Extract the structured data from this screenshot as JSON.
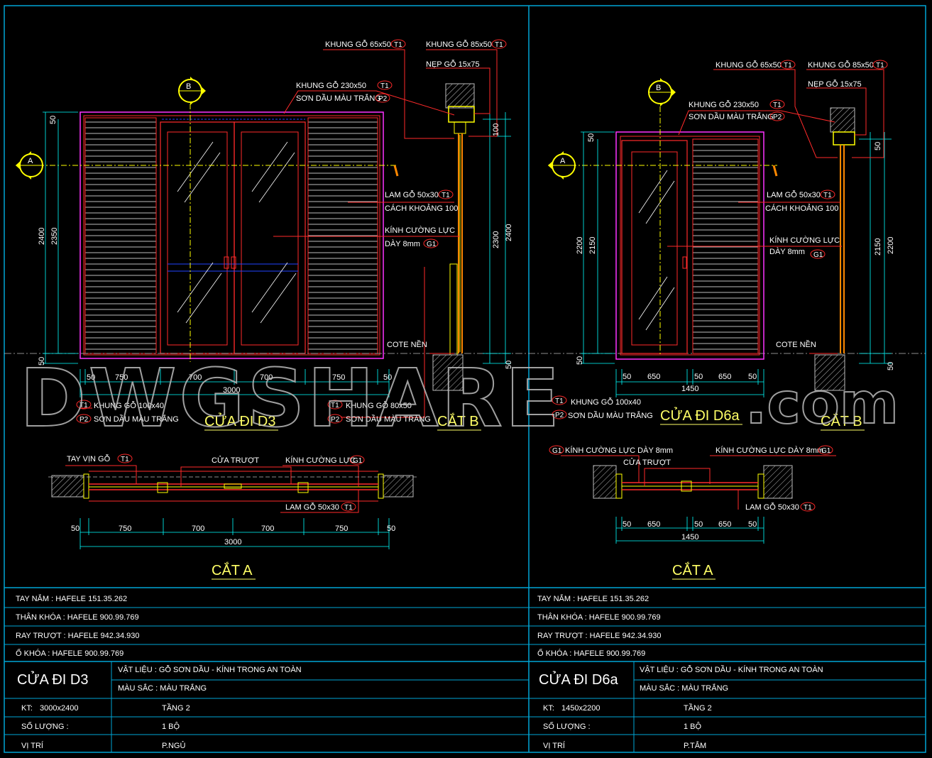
{
  "left": {
    "labels": {
      "khung65": "KHUNG GỖ 65x50",
      "khung85": "KHUNG GỖ 85x50",
      "nep": "NẸP GỖ 15x75",
      "khung230": "KHUNG GỖ 230x50",
      "sondau": "SƠN DẦU MÀU TRẮNG",
      "lam": "LAM GỖ 50x30",
      "cachkhoang": "CÁCH KHOẢNG 100",
      "kinh": "KÍNH CƯỜNG LỰC",
      "day8": "DÀY 8mm",
      "cote": "COTE NỀN",
      "khung100": "KHUNG GỖ 100x40",
      "sondau2": "SƠN DẦU MÀU TRẮNG",
      "khung80": "KHUNG GỖ 80x50",
      "sondau3": "SƠN DẦU MÀU TRẮNG"
    },
    "tags": {
      "t1": "T1",
      "p2": "P2",
      "g1": "G1"
    },
    "markers": {
      "a": "A",
      "b": "B"
    },
    "dims_h": [
      "50",
      "750",
      "700",
      "700",
      "750",
      "50"
    ],
    "dim_total": "3000",
    "dims_v_left": [
      "50",
      "2400",
      "2350",
      "50"
    ],
    "dims_v_section": [
      "100",
      "2300",
      "2400",
      "50"
    ],
    "title_elev": "CỬA ĐI D3",
    "title_cutb": "CẮT B",
    "plan": {
      "tayvin": "TAY VỊN GỖ",
      "cuatruot": "CỬA TRƯỢT",
      "kinh": "KÍNH CƯỜNG LỰC",
      "lam": "LAM GỖ 50x30",
      "dims": [
        "50",
        "750",
        "700",
        "700",
        "750",
        "50"
      ],
      "total": "3000",
      "title": "CẮT A"
    }
  },
  "right": {
    "labels": {
      "khung65": "KHUNG GỖ 65x50",
      "khung85": "KHUNG GỖ 85x50",
      "nep": "NẸP GỖ 15x75",
      "khung230": "KHUNG GỖ 230x50",
      "sondau": "SƠN DẦU MÀU TRẮNG",
      "lam": "LAM GỖ 50x30",
      "cachkhoang": "CÁCH KHOẢNG 100",
      "kinh": "KÍNH CƯỜNG LỰC",
      "day8": "DÀY 8mm",
      "cote": "COTE NỀN",
      "khung100": "KHUNG GỖ 100x40",
      "sondau2": "SƠN DẦU MÀU TRẮNG"
    },
    "tags": {
      "t1": "T1",
      "p2": "P2",
      "g1": "G1"
    },
    "markers": {
      "a": "A",
      "b": "B"
    },
    "dims_h": [
      "50",
      "650",
      "50",
      "650",
      "50"
    ],
    "dim_total": "1450",
    "dims_v_left": [
      "50",
      "2200",
      "2150",
      "50"
    ],
    "dims_v_section": [
      "50",
      "2150",
      "2200",
      "50"
    ],
    "title_elev": "CỬA ĐI D6a",
    "title_cutb": "CẮT B",
    "plan": {
      "kinh1": "KÍNH CƯỜNG LỰC DÀY 8mm",
      "cuatruot": "CỬA TRƯỢT",
      "kinh2": "KÍNH CƯỜNG LỰC DÀY 8mm",
      "lam": "LAM GỖ 50x30",
      "dims": [
        "50",
        "650",
        "50",
        "650",
        "50"
      ],
      "total": "1450",
      "title": "CẮT A"
    }
  },
  "table": {
    "left": {
      "rows": [
        "TAY NẮM : HAFELE 151.35.262",
        "THÂN KHÓA : HAFELE 900.99.769",
        "RAY TRƯỢT : HAFELE 942.34.930",
        "Ổ KHÓA : HAFELE 900.99.769"
      ],
      "name": "CỬA ĐI D3",
      "vatlieu": "VẬT LIỆU : GỖ SƠN DẦU - KÍNH TRONG AN TOÀN",
      "mausac": "MÀU SẮC : MÀU TRẮNG",
      "kt_label": "KT:",
      "kt_value": "3000x2400",
      "tang": "TẦNG 2",
      "soluong_label": "SỐ LƯỢNG :",
      "soluong_value": "1 BỘ",
      "vitri_label": "VỊ TRÍ",
      "vitri_value": "P.NGỦ"
    },
    "right": {
      "rows": [
        "TAY NẮM : HAFELE 151.35.262",
        "THÂN KHÓA : HAFELE 900.99.769",
        "RAY TRƯỢT : HAFELE 942.34.930",
        "Ổ KHÓA : HAFELE 900.99.769"
      ],
      "name": "CỬA ĐI D6a",
      "vatlieu": "VẬT LIỆU : GỖ SƠN DẦU - KÍNH TRONG AN TOÀN",
      "mausac": "MÀU SẮC : MÀU TRẮNG",
      "kt_label": "KT:",
      "kt_value": "1450x2200",
      "tang": "TẦNG 2",
      "soluong_label": "SỐ LƯỢNG :",
      "soluong_value": "1 BỘ",
      "vitri_label": "VỊ TRÍ",
      "vitri_value": "P.TẮM"
    }
  },
  "watermark": {
    "main": "DWGSHARE",
    "suffix": ".com"
  },
  "colors": {
    "frame": "#00a6d6",
    "magenta": "#ff33ff",
    "red": "#ff2a2a",
    "yellow": "#ffff00",
    "cyan": "#00ffff",
    "gray": "#bbbbbb",
    "white": "#ffffff"
  }
}
